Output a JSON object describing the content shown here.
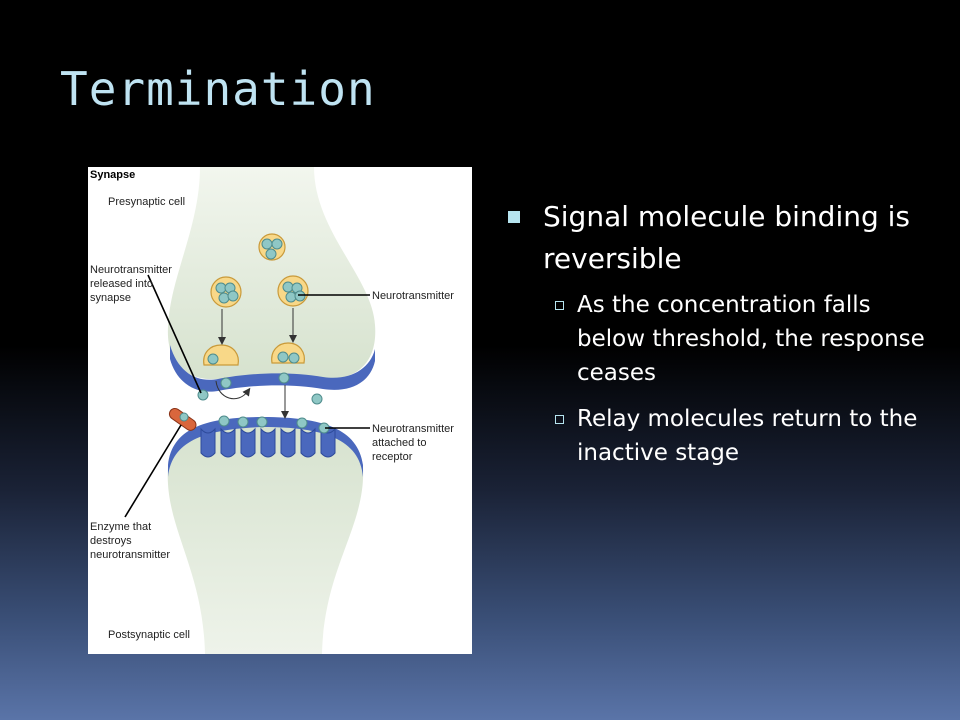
{
  "slide": {
    "title": "Termination"
  },
  "figure": {
    "heading": "Synapse",
    "label_presynaptic": "Presynaptic cell",
    "label_released": [
      "Neurotransmitter",
      "released into",
      "synapse"
    ],
    "label_neurotransmitter": "Neurotransmitter",
    "label_attached": [
      "Neurotransmitter",
      "attached to",
      "receptor"
    ],
    "label_enzyme": [
      "Enzyme that",
      "destroys",
      "neurotransmitter"
    ],
    "label_postsynaptic": "Postsynaptic cell"
  },
  "bullets": {
    "main": "Signal molecule binding is reversible",
    "sub": [
      "As the concentration falls below threshold, the response ceases",
      "Relay molecules return to the inactive stage"
    ]
  },
  "colors": {
    "title": "#bfe3f2",
    "membrane_blue": "#4a68bd",
    "cell_fill": "#dde7d6",
    "vesicle_fill": "#f8d888",
    "molecule_fill": "#8fc7c5",
    "enzyme_fill": "#d9663c"
  }
}
